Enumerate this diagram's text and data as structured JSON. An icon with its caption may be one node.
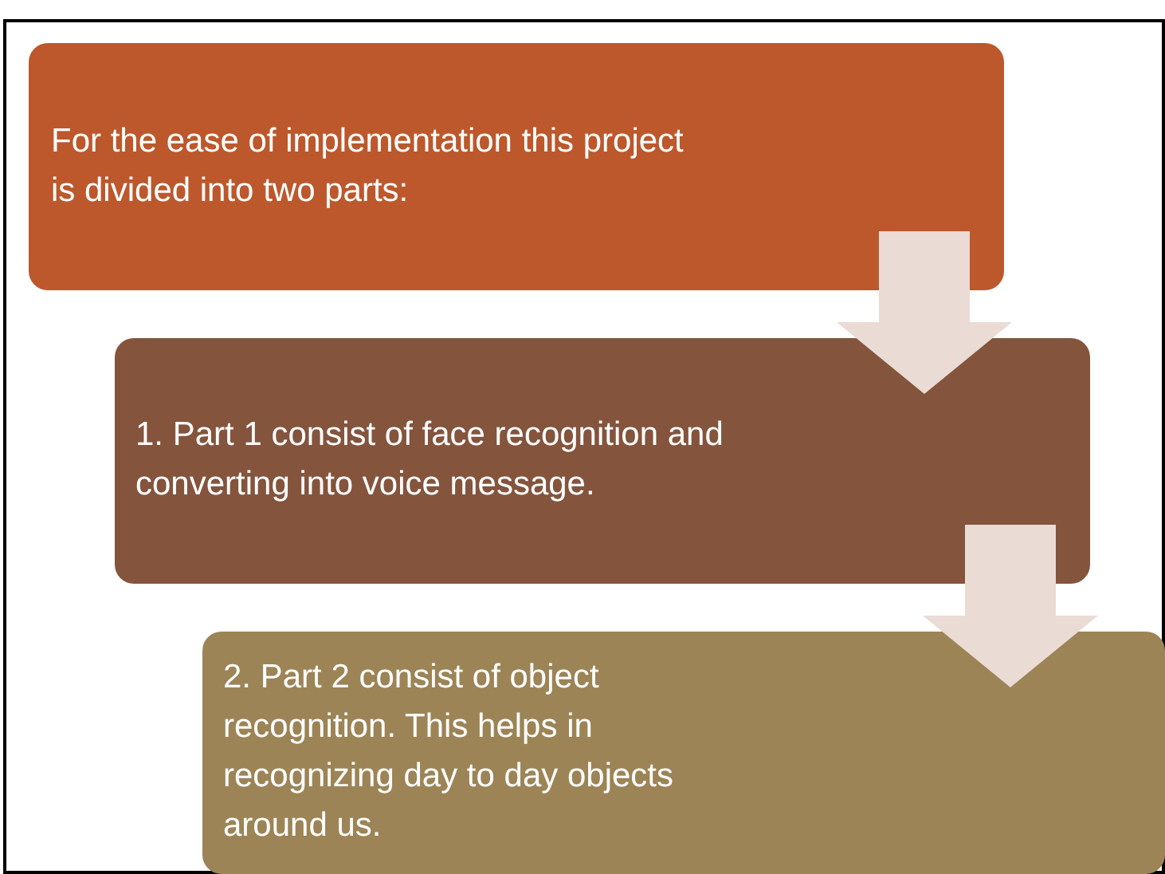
{
  "diagram": {
    "nodes": [
      {
        "text": [
          "For the ease of implementation this project is divided into two parts:"
        ]
      },
      {
        "text": [
          "1. Part 1 consist of face recognition and converting into voice message."
        ]
      },
      {
        "text": [
          "2. Part 2 consist of object recognition. This helps in recognizing day to day objects around us."
        ]
      }
    ],
    "edges": [
      {
        "from": 0,
        "to": 1,
        "arrow": "to"
      },
      {
        "from": 1,
        "to": 2,
        "arrow": "to"
      }
    ]
  }
}
